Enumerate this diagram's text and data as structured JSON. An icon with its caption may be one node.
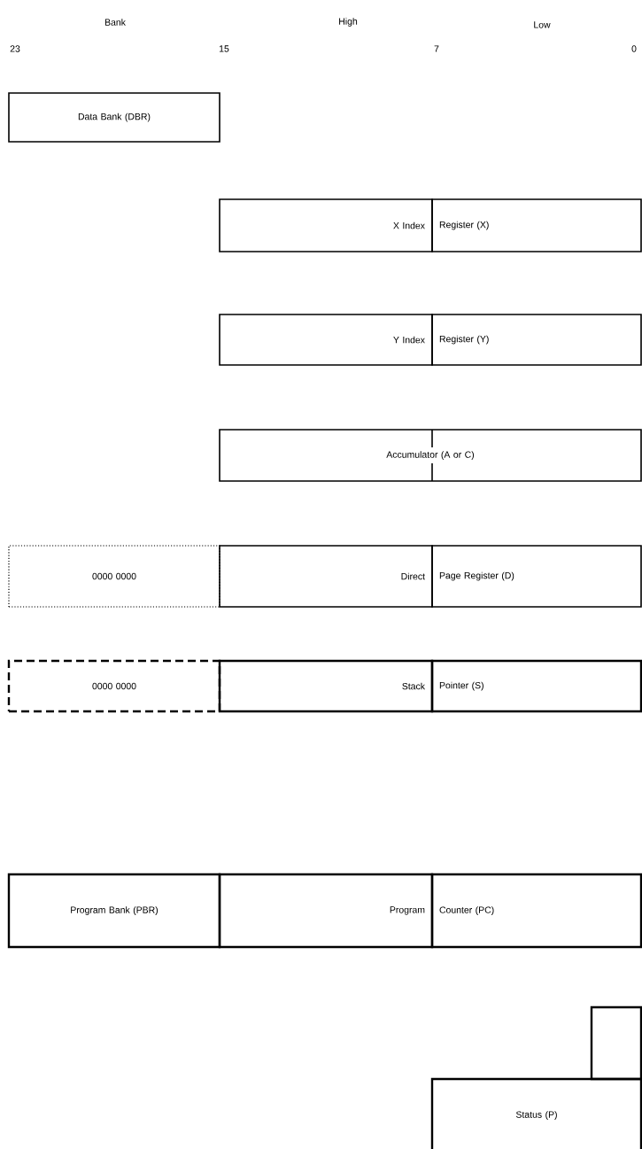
{
  "diagram": {
    "nodes": [
      {
        "text": [
          "Data Bank (DBR)"
        ]
      },
      {
        "text": [
          "X Index"
        ]
      },
      {
        "text": [
          "Register (X)"
        ]
      },
      {
        "text": [
          "Y Index"
        ]
      },
      {
        "text": [
          "Register (Y)"
        ]
      },
      {
        "text": [
          "Accumulator (A or C)"
        ]
      },
      {
        "text": [
          "0000 0000"
        ]
      },
      {
        "text": [
          "Direct"
        ]
      },
      {
        "text": [
          "Page Register (D)"
        ]
      },
      {
        "text": [
          "0000 0000"
        ]
      },
      {
        "text": [
          "Stack"
        ]
      },
      {
        "text": [
          "Pointer (S)"
        ]
      },
      {
        "text": [
          "Program Bank (PBR)"
        ]
      },
      {
        "text": [
          "Program"
        ]
      },
      {
        "text": [
          "Counter (PC)"
        ]
      },
      {
        "text": [],
        "shape": "box"
      },
      {
        "text": [
          "Status (P)"
        ]
      }
    ],
    "labels": [
      "Bank",
      "High",
      "Low",
      "23",
      "15",
      "7",
      "0"
    ]
  }
}
